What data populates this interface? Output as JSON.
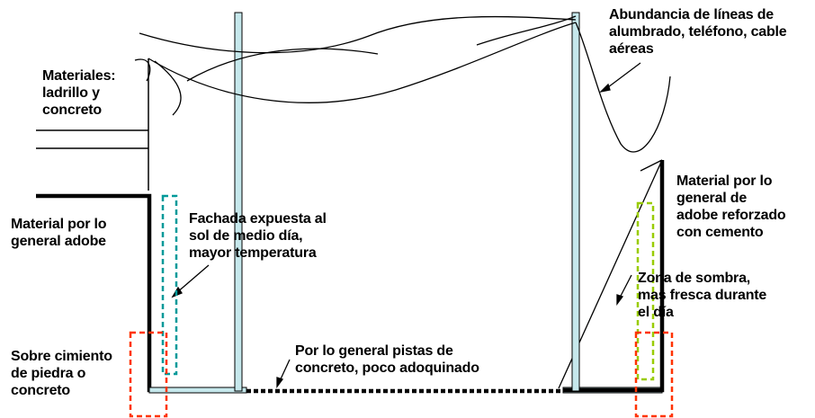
{
  "labels": {
    "cables": "Abundancia de líneas de\nalumbrado, teléfono, cable\naéreas",
    "materials": "Materiales:\nladrillo y\nconcreto",
    "left_wall_material": "Material por lo\ngeneral adobe",
    "sunny_facade": "Fachada expuesta al\nsol de medio día,\nmayor temperatura",
    "right_wall_material": "Material por lo\ngeneral de\nadobe reforzado\ncon cemento",
    "shade_zone": "Zona de sombra,\nmas fresca durante\nel día",
    "foundation": "Sobre cimiento\nde piedra o\nconcreto",
    "street": "Por lo general pistas de\nconcreto, poco adoquinado"
  },
  "colors": {
    "line": "#000000",
    "pole_fill": "#c6e8ec",
    "foundation_dash": "#ff3300",
    "sun_facade_dash": "#009999",
    "shade_dash": "#99cc00"
  }
}
